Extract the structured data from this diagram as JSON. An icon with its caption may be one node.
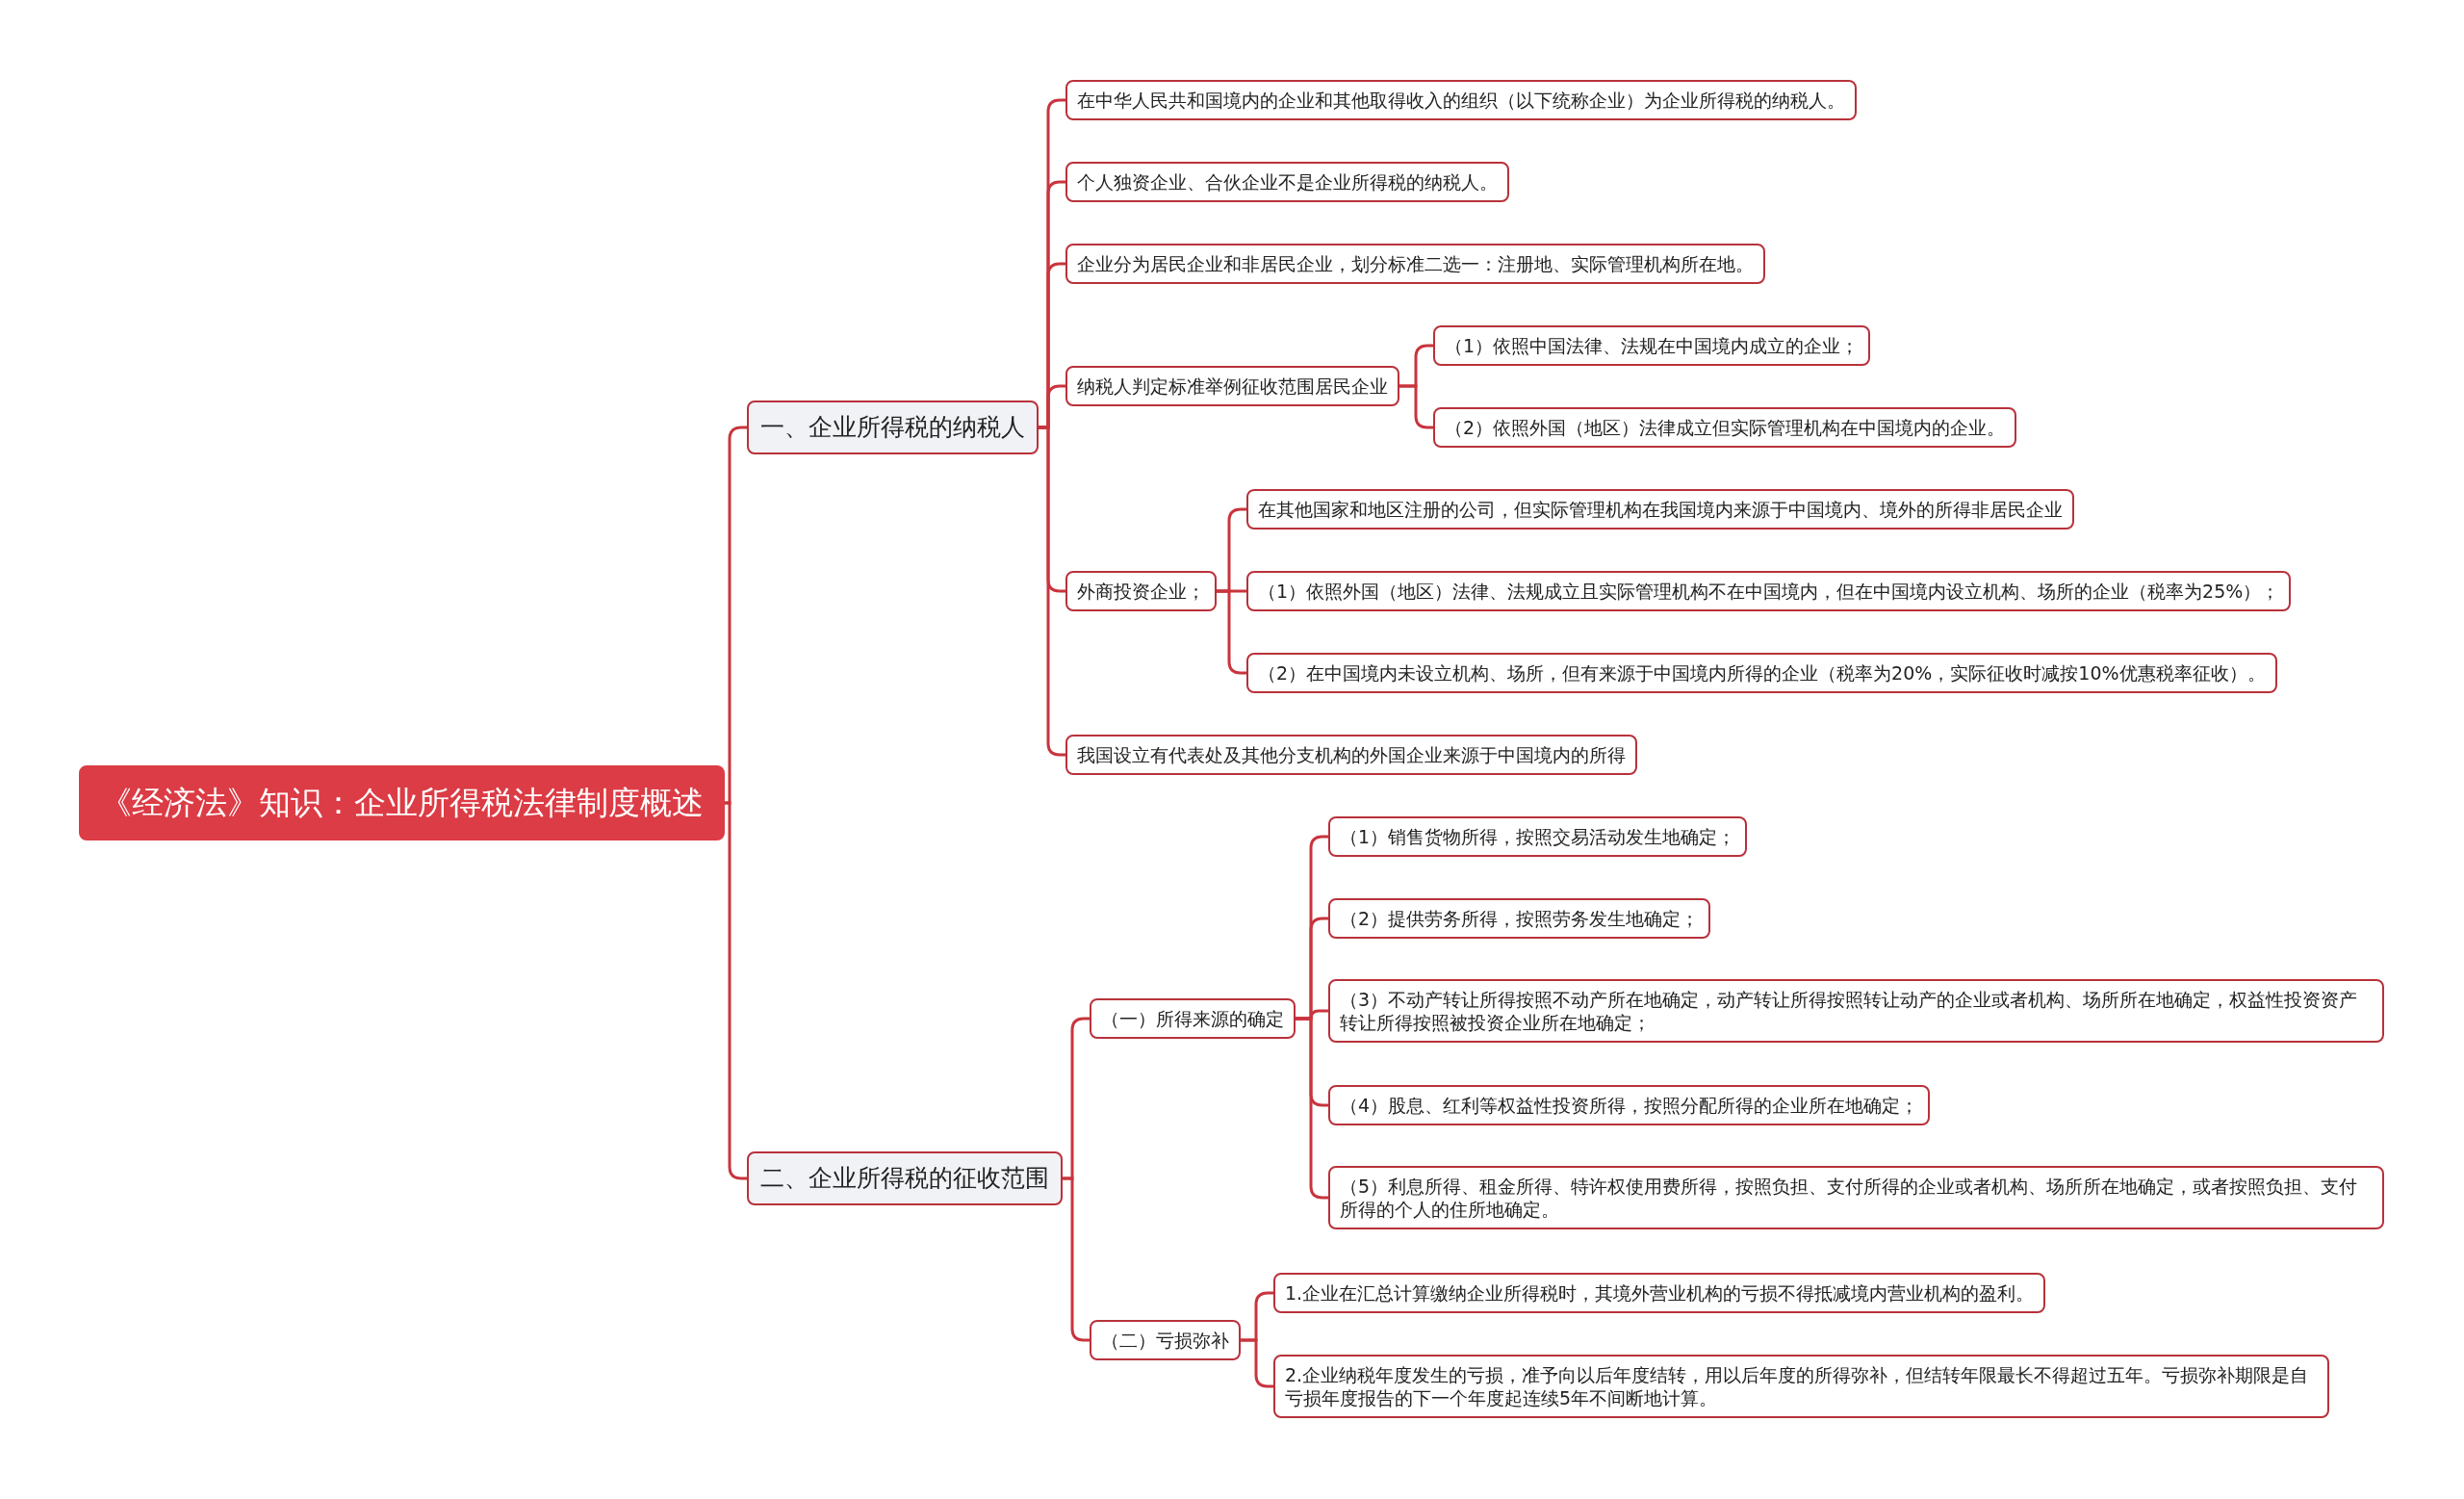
{
  "diagram": {
    "nodes": [
      {
        "text": [
          "《经济法》知识：企业所得税法律制度概述"
        ]
      },
      {
        "text": [
          "一、企业所得税的纳税人"
        ]
      },
      {
        "text": [
          "二、企业所得税的征收范围"
        ]
      },
      {
        "text": [
          "在中华人民共和国境内的企业和其他取得收入的组织（以下统称企业）为企业所得税的纳税人。"
        ]
      },
      {
        "text": [
          "个人独资企业、合伙企业不是企业所得税的纳税人。"
        ]
      },
      {
        "text": [
          "企业分为居民企业和非居民企业，划分标准二选一：注册地、实际管理机构所在地。"
        ]
      },
      {
        "text": [
          "纳税人判定标准举例征收范围居民企业"
        ]
      },
      {
        "text": [
          "（1）依照中国法律、法规在中国境内成立的企业；"
        ]
      },
      {
        "text": [
          "（2）依照外国（地区）法律成立但实际管理机构在中国境内的企业。"
        ]
      },
      {
        "text": [
          "外商投资企业；"
        ]
      },
      {
        "text": [
          "在其他国家和地区注册的公司，但实际管理机构在我国境内来源于中国境内、境外的所得非居民企业"
        ]
      },
      {
        "text": [
          "（1）依照外国（地区）法律、法规成立且实际管理机构不在中国境内，但在中国境内设立机构、场所的企业（税率为25%）；"
        ]
      },
      {
        "text": [
          "（2）在中国境内未设立机构、场所，但有来源于中国境内所得的企业（税率为20%，实际征收时减按10%优惠税率征收）。"
        ]
      },
      {
        "text": [
          "我国设立有代表处及其他分支机构的外国企业来源于中国境内的所得"
        ]
      },
      {
        "text": [
          "（一）所得来源的确定"
        ]
      },
      {
        "text": [
          "（1）销售货物所得，按照交易活动发生地确定；"
        ]
      },
      {
        "text": [
          "（2）提供劳务所得，按照劳务发生地确定；"
        ]
      },
      {
        "text": [
          "（3）不动产转让所得按照不动产所在地确定，动产转让所得按照转让动产的企业或者机构、场所所在地确定，权益性投资资产转让所得按照被投资企业所在地确定；"
        ]
      },
      {
        "text": [
          "（4）股息、红利等权益性投资所得，按照分配所得的企业所在地确定；"
        ]
      },
      {
        "text": [
          "（5）利息所得、租金所得、特许权使用费所得，按照负担、支付所得的企业或者机构、场所所在地确定，或者按照负担、支付所得的个人的住所地确定。"
        ]
      },
      {
        "text": [
          "（二）亏损弥补"
        ]
      },
      {
        "text": [
          "1.企业在汇总计算缴纳企业所得税时，其境外营业机构的亏损不得抵减境内营业机构的盈利。"
        ]
      },
      {
        "text": [
          "2.企业纳税年度发生的亏损，准予向以后年度结转，用以后年度的所得弥补，但结转年限最长不得超过五年。亏损弥补期限是自亏损年度报告的下一个年度起连续5年不间断地计算。"
        ]
      }
    ],
    "edges": [
      {
        "from": 0,
        "to": 1,
        "arrow": "none"
      },
      {
        "from": 0,
        "to": 2,
        "arrow": "none"
      },
      {
        "from": 1,
        "to": 3,
        "arrow": "none"
      },
      {
        "from": 1,
        "to": 4,
        "arrow": "none"
      },
      {
        "from": 1,
        "to": 5,
        "arrow": "none"
      },
      {
        "from": 1,
        "to": 6,
        "arrow": "none"
      },
      {
        "from": 6,
        "to": 7,
        "arrow": "none"
      },
      {
        "from": 6,
        "to": 8,
        "arrow": "none"
      },
      {
        "from": 1,
        "to": 9,
        "arrow": "none"
      },
      {
        "from": 9,
        "to": 10,
        "arrow": "none"
      },
      {
        "from": 9,
        "to": 11,
        "arrow": "none"
      },
      {
        "from": 9,
        "to": 12,
        "arrow": "none"
      },
      {
        "from": 1,
        "to": 13,
        "arrow": "none"
      },
      {
        "from": 2,
        "to": 14,
        "arrow": "none"
      },
      {
        "from": 14,
        "to": 15,
        "arrow": "none"
      },
      {
        "from": 14,
        "to": 16,
        "arrow": "none"
      },
      {
        "from": 14,
        "to": 17,
        "arrow": "none"
      },
      {
        "from": 14,
        "to": 18,
        "arrow": "none"
      },
      {
        "from": 14,
        "to": 19,
        "arrow": "none"
      },
      {
        "from": 2,
        "to": 20,
        "arrow": "none"
      },
      {
        "from": 20,
        "to": 21,
        "arrow": "none"
      },
      {
        "from": 20,
        "to": 22,
        "arrow": "none"
      }
    ]
  }
}
